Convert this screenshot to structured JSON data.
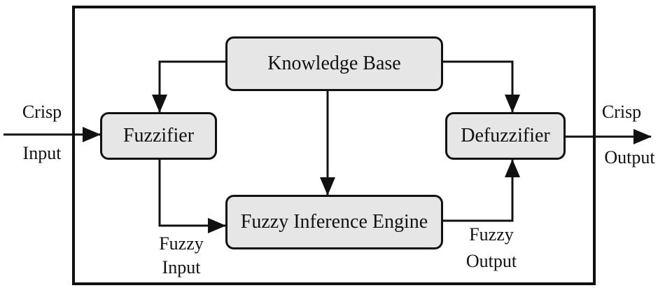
{
  "blocks": {
    "knowledge_base": "Knowledge Base",
    "fuzzifier": "Fuzzifier",
    "defuzzifier": "Defuzzifier",
    "inference_engine": "Fuzzy Inference Engine"
  },
  "labels": {
    "crisp_input_line1": "Crisp",
    "crisp_input_line2": "Input",
    "crisp_output_line1": "Crisp",
    "crisp_output_line2": "Output",
    "fuzzy_input_line1": "Fuzzy",
    "fuzzy_input_line2": "Input",
    "fuzzy_output_line1": "Fuzzy",
    "fuzzy_output_line2": "Output"
  },
  "colors": {
    "block_fill": "#e6e6e6",
    "stroke": "#111111"
  }
}
